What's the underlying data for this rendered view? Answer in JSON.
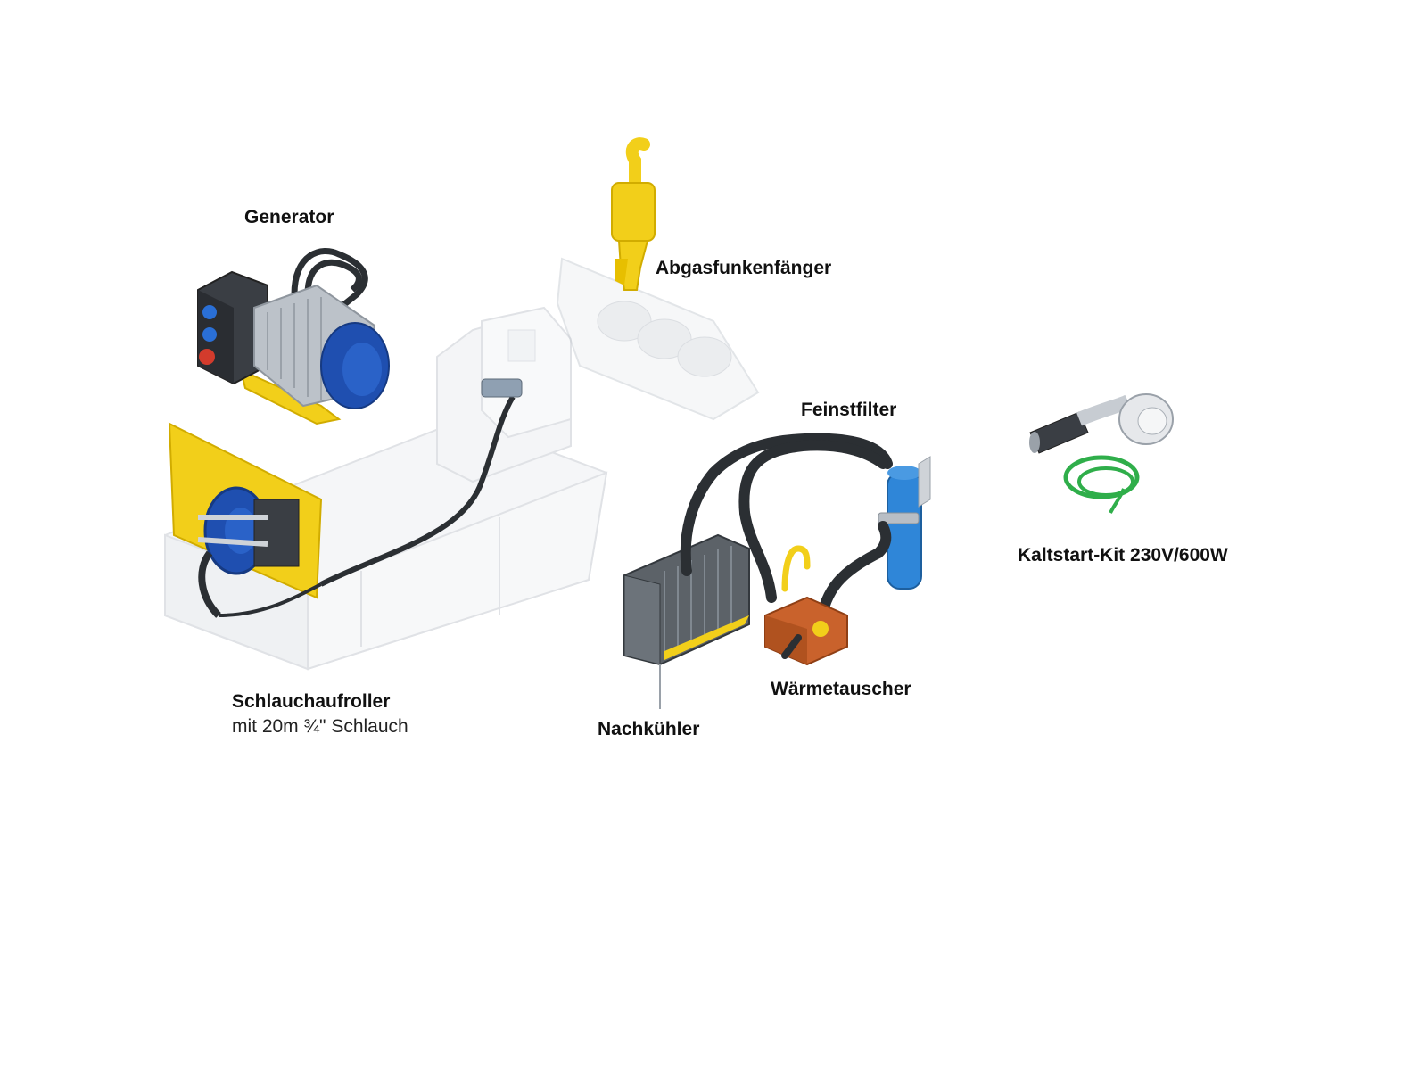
{
  "labels": {
    "generator": "Generator",
    "spark_arrester": "Abgasfunkenfänger",
    "fine_filter": "Feinstfilter",
    "cold_start_kit": "Kaltstart-Kit 230V/600W",
    "hose_reel": "Schlauchaufroller",
    "hose_reel_detail": "mit 20m ¾\" Schlauch",
    "heat_exchanger": "Wärmetauscher",
    "aftercooler": "Nachkühler"
  },
  "colors": {
    "background": "#ffffff",
    "label_text": "#111111",
    "component_yellow": "#f2cf1a",
    "generator_blue": "#1f4fb0",
    "filter_blue": "#2f86d8",
    "hose_black": "#2b2f33",
    "heat_exchanger_orange": "#c9622c",
    "cable_green": "#2fae4a",
    "ghost_chassis": "#d9dde2"
  },
  "icons": {
    "generator": "generator-icon",
    "spark_arrester": "spark-arrester-icon",
    "hose_reel": "hose-reel-icon",
    "fine_filter": "fine-filter-icon",
    "aftercooler": "aftercooler-icon",
    "heat_exchanger": "heat-exchanger-icon",
    "cold_start_kit": "cold-start-kit-icon"
  }
}
